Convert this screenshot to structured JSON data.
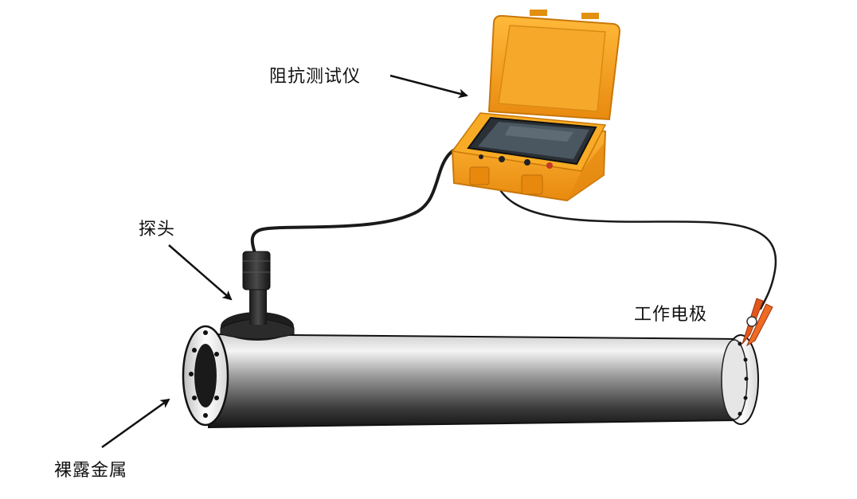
{
  "labels": {
    "impedance_meter": "阻抗测试仪",
    "probe": "探头",
    "working_electrode": "工作电极",
    "bare_metal": "裸露金属"
  },
  "colors": {
    "case_orange": "#f5a21a",
    "case_dark_orange": "#d9820c",
    "screen_dark": "#2a3035",
    "cable": "#1a1a1a",
    "pipe_light": "#f2f2f2",
    "pipe_dark": "#1e1e1e",
    "clip_orange": "#e2571b",
    "arrow": "#111111"
  },
  "icons": {
    "meter": "impedance-meter-case",
    "probe": "probe-connector",
    "clip": "alligator-clip"
  }
}
